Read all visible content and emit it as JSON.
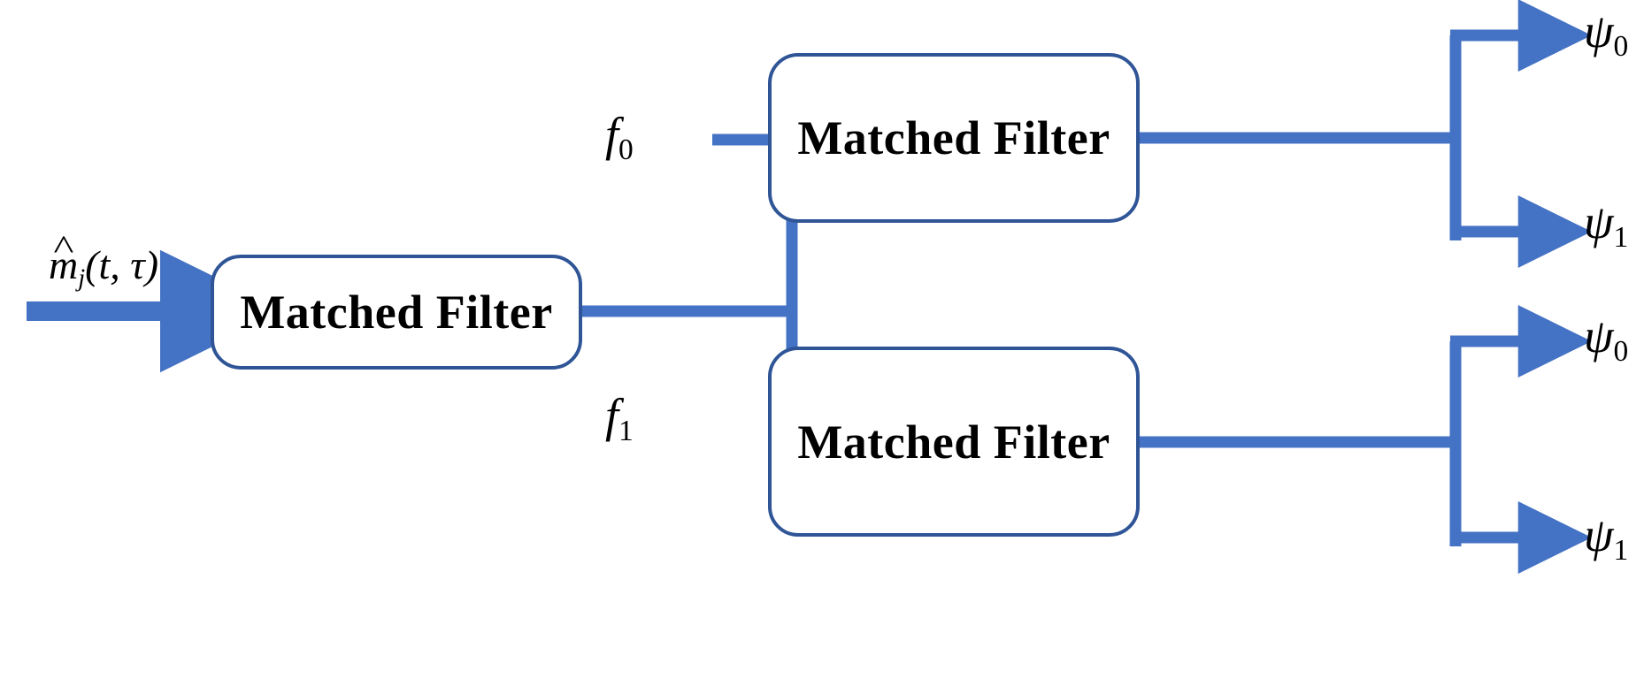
{
  "diagram": {
    "title": "Matched filter bank receiver block diagram",
    "colors": {
      "box_border": "#2f5597",
      "wire": "#4472c4",
      "text": "#000000",
      "background": "#ffffff"
    },
    "input": {
      "label_plain": "m̂_j(t, τ)",
      "base": "m",
      "hat": "^",
      "subscript": "j",
      "args": "(t, τ)"
    },
    "blocks": [
      {
        "id": "mf-1",
        "label": "Matched Filter"
      },
      {
        "id": "mf-2",
        "label": "Matched Filter"
      },
      {
        "id": "mf-3",
        "label": "Matched Filter"
      }
    ],
    "branch_labels": [
      {
        "id": "f0",
        "base": "f",
        "sub": "0"
      },
      {
        "id": "f1",
        "base": "f",
        "sub": "1"
      }
    ],
    "outputs": [
      {
        "id": "psi0-top",
        "base": "ψ",
        "sub": "0"
      },
      {
        "id": "psi1-top",
        "base": "ψ",
        "sub": "1"
      },
      {
        "id": "psi0-bot",
        "base": "ψ",
        "sub": "0"
      },
      {
        "id": "psi1-bot",
        "base": "ψ",
        "sub": "1"
      }
    ]
  }
}
